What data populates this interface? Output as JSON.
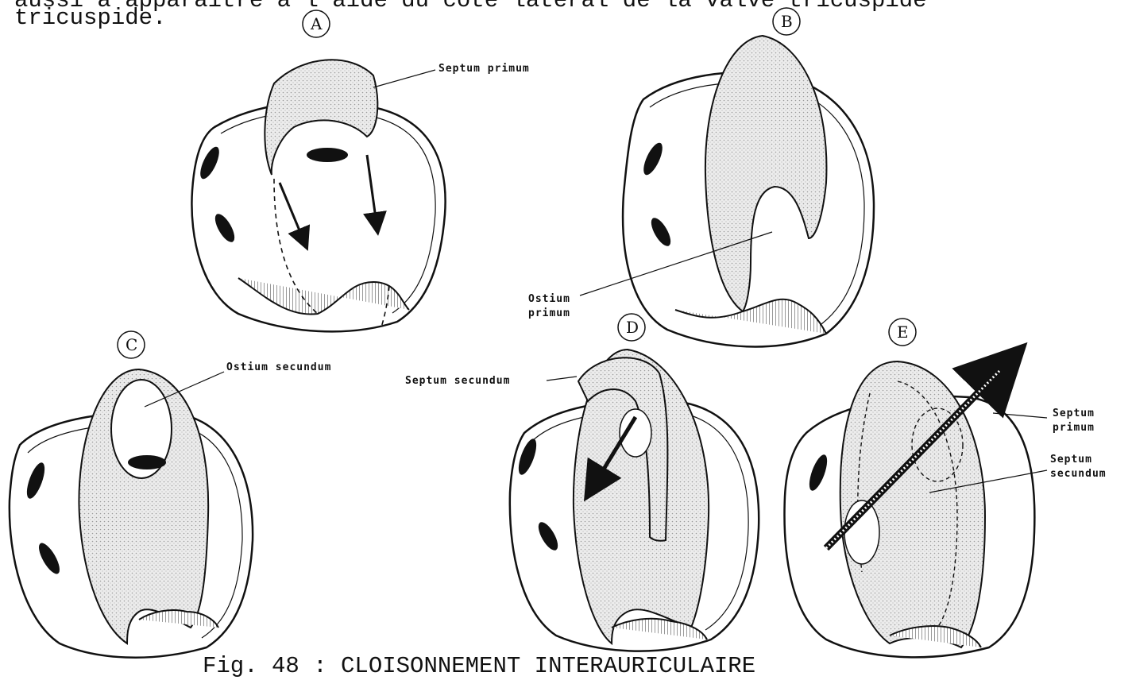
{
  "header": {
    "line1": "aussi à apparaître à l'aide du côté latéral de la valve tricuspide",
    "line2": "tricuspide."
  },
  "panels": {
    "a": "A",
    "b": "B",
    "c": "C",
    "d": "D",
    "e": "E"
  },
  "labels": {
    "septum_primum_a": "Septum primum",
    "ostium_primum_1": "Ostium",
    "ostium_primum_2": "primum",
    "ostium_secundum": "Ostium secundum",
    "septum_secundum_d": "Septum secundum",
    "septum_primum_e_1": "Septum",
    "septum_primum_e_2": "primum",
    "septum_secundum_e_1": "Septum",
    "septum_secundum_e_2": "secundum"
  },
  "caption": "Fig. 48 : CLOISONNEMENT INTERAURICULAIRE",
  "colors": {
    "stroke": "#111111",
    "stipple": "#d8d8d8",
    "background": "#ffffff"
  }
}
